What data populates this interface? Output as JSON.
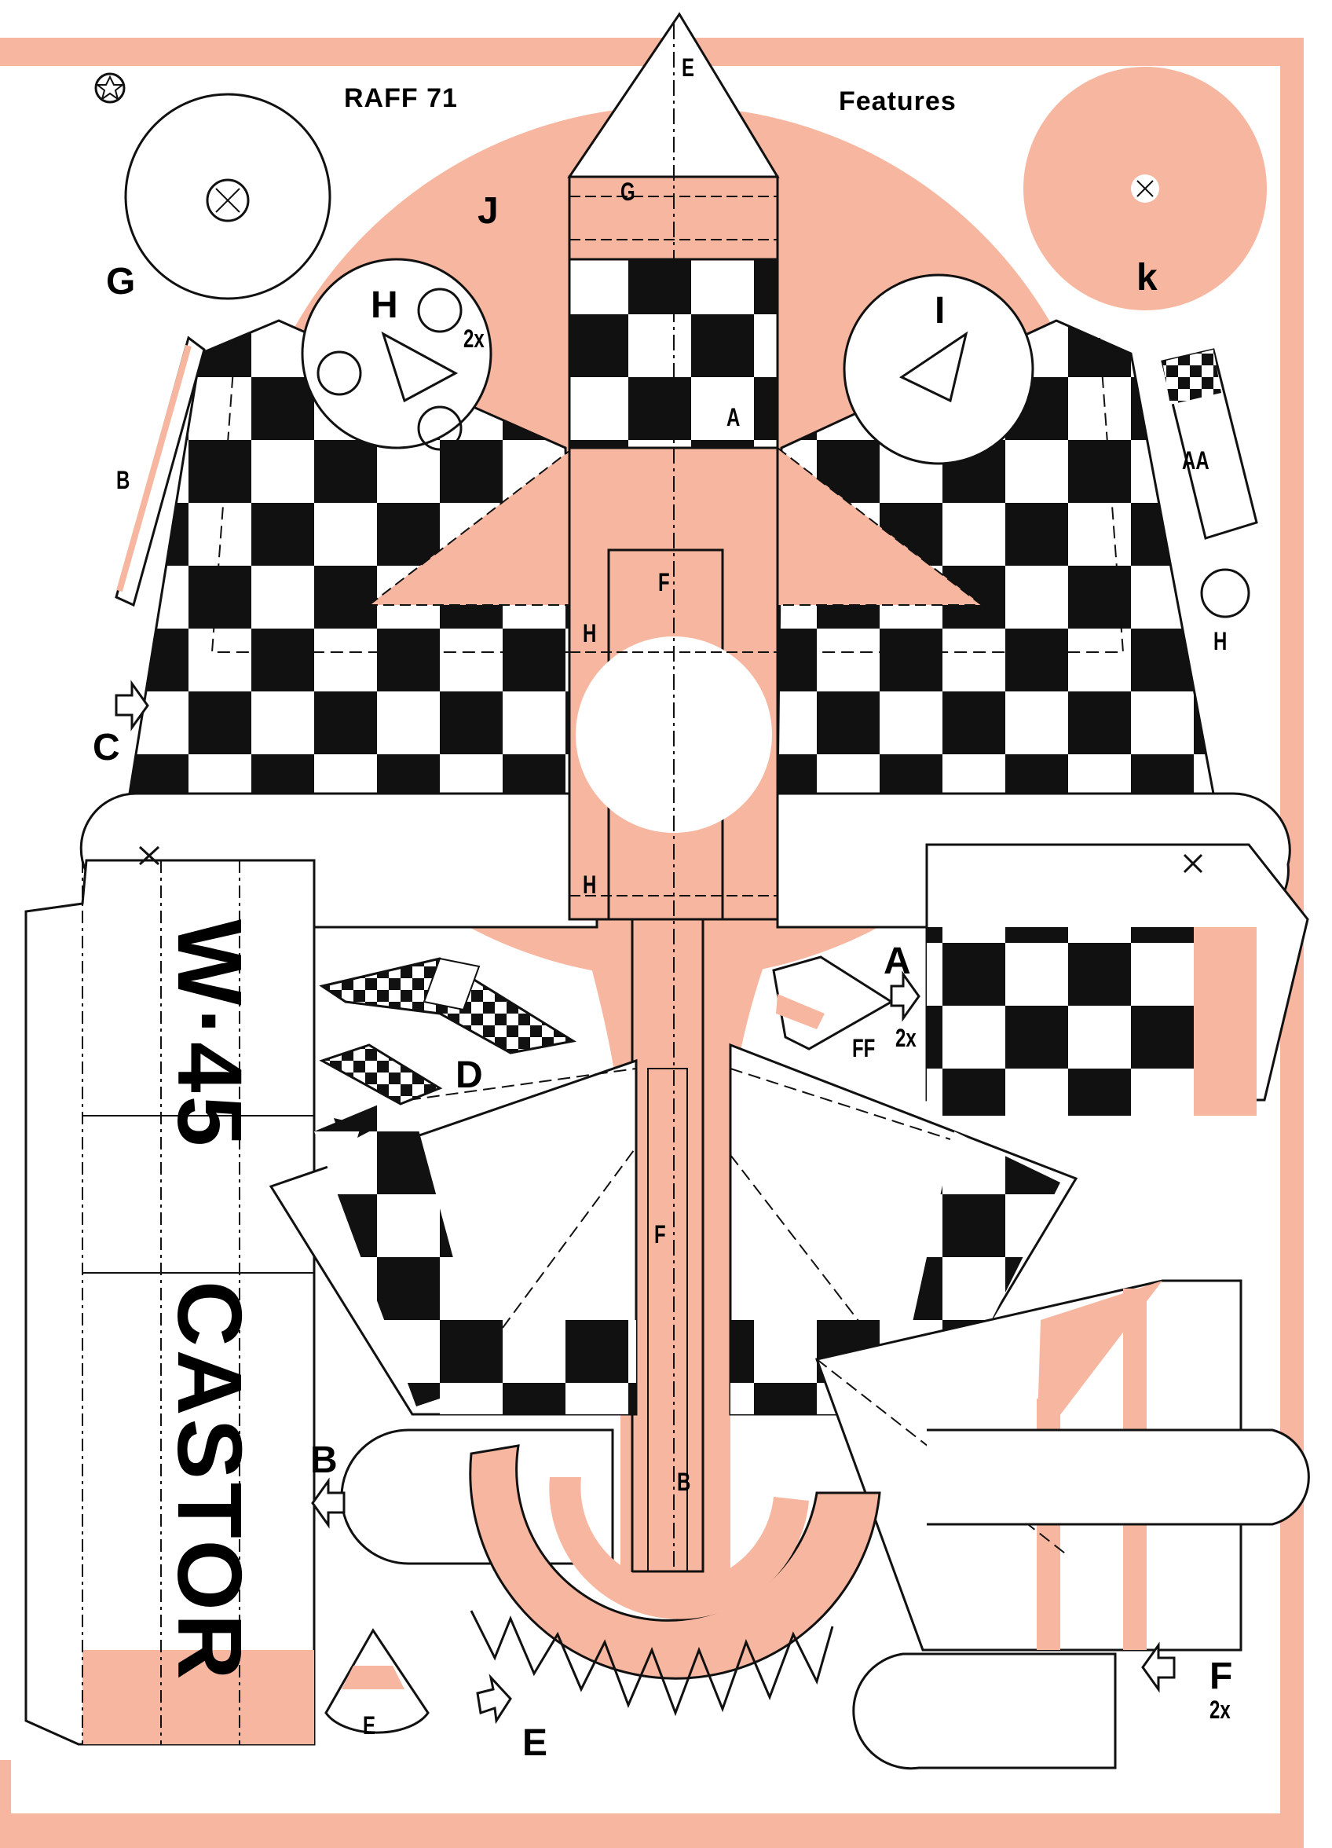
{
  "header": {
    "title": "RAFF 71",
    "section": "Features"
  },
  "fuselage_text": {
    "model": "W·45",
    "name": "CASTOR"
  },
  "part_labels": {
    "A": "A",
    "AA": "AA",
    "B": "B",
    "C": "C",
    "D": "D",
    "E": "E",
    "F": "F",
    "FF": "FF",
    "G": "G",
    "H": "H",
    "I": "I",
    "J": "J",
    "k": "k",
    "twice": "2x"
  },
  "colors": {
    "salmon": "#f7b69f",
    "ink": "#111111",
    "paper": "#ffffff"
  },
  "icons": [
    "logo-seal-icon",
    "arrow-right-icon",
    "arrow-left-icon",
    "arrow-up-icon",
    "cross-mark-icon"
  ]
}
